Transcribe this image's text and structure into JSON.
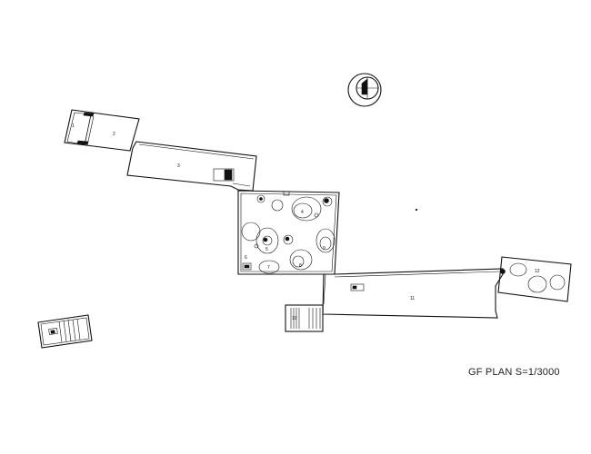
{
  "caption": "GF PLAN S=1/3000",
  "room_labels": [
    "1",
    "2",
    "3",
    "4",
    "5",
    "6",
    "7",
    "8",
    "9",
    "10",
    "11",
    "12"
  ],
  "colors": {
    "line": "#111111",
    "background": "#ffffff"
  },
  "icons": [
    "north-arrow-icon"
  ]
}
